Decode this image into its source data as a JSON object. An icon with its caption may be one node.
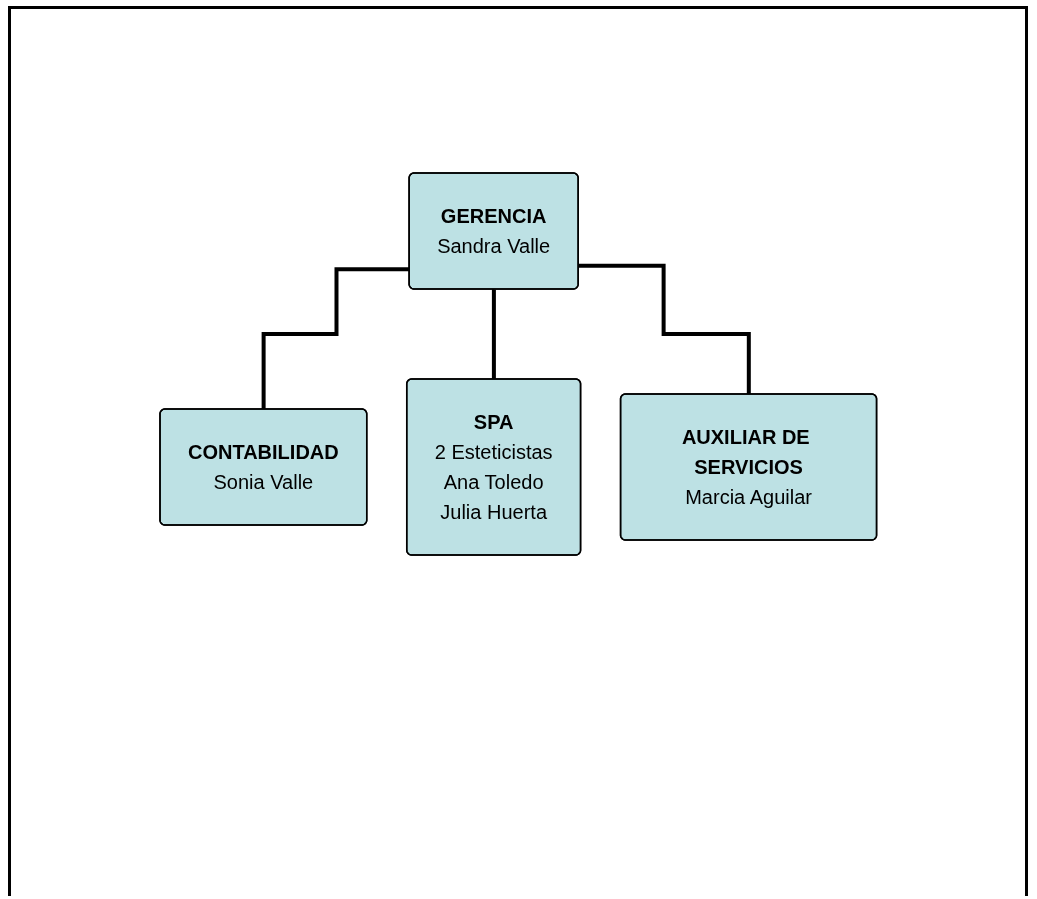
{
  "diagram": {
    "nodes": [
      {
        "text": [
          "GERENCIA",
          "Sandra Valle"
        ]
      },
      {
        "text": [
          "CONTABILIDAD",
          "Sonia Valle"
        ]
      },
      {
        "text": [
          "SPA",
          "2 Esteticistas",
          "Ana Toledo",
          "Julia Huerta"
        ]
      },
      {
        "text": [
          "AUXILIAR DE SERVICIOS",
          "Marcia Aguilar"
        ]
      }
    ],
    "edges": [
      {
        "from": 0,
        "to": 1,
        "arrow": "none"
      },
      {
        "from": 0,
        "to": 2,
        "arrow": "none"
      },
      {
        "from": 0,
        "to": 3,
        "arrow": "none"
      }
    ]
  }
}
